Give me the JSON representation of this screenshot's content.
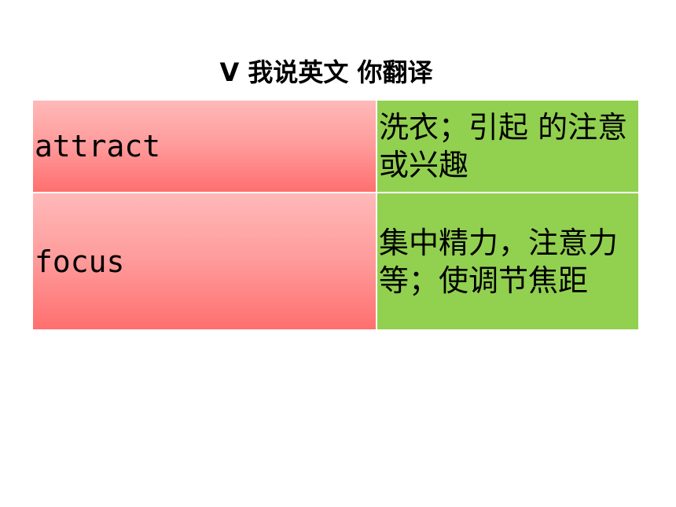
{
  "title": "V  我说英文 你翻译",
  "rows": [
    {
      "word": "attract",
      "meaning": "洗衣；引起 的注意或兴趣"
    },
    {
      "word": "focus",
      "meaning": "集中精力，注意力等；使调节焦距"
    }
  ],
  "colors": {
    "word_cell_top": "#ffb9b9",
    "word_cell_bottom": "#ff6f6f",
    "meaning_cell": "#92d050"
  }
}
